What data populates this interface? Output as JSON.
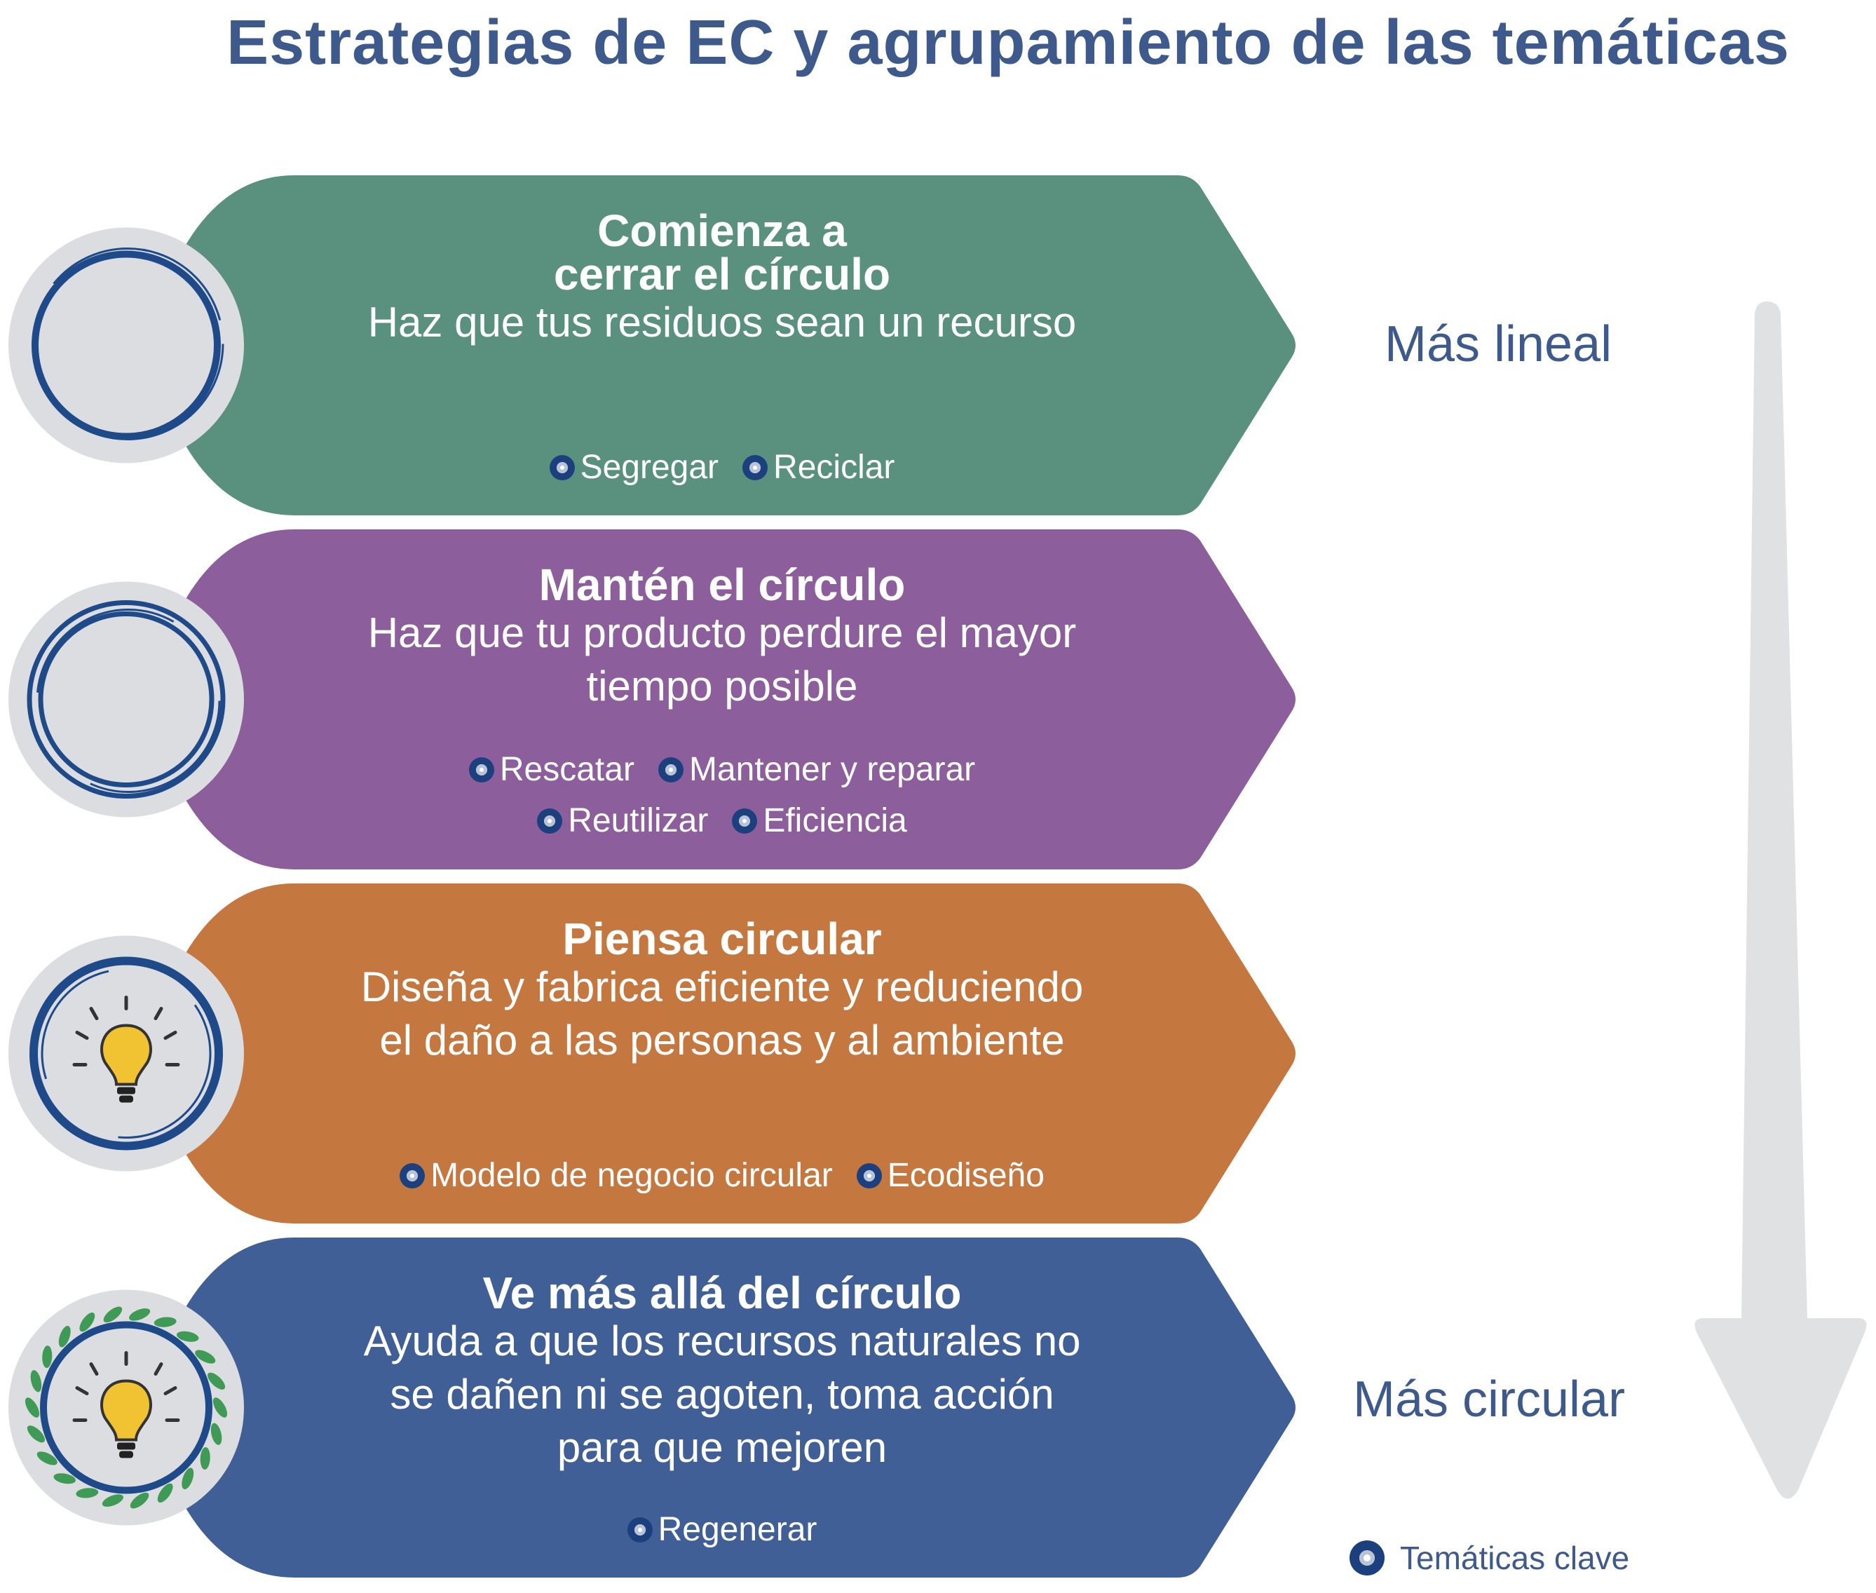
{
  "title": "Estrategias de EC y agrupamiento de las temáticas",
  "colors": {
    "title": "#3e5a8c",
    "band_1": "#5a917e",
    "band_2": "#8c5e9b",
    "band_3": "#c47840",
    "band_4": "#405f96",
    "badge_bg": "#dcdde0",
    "ring": "#1f4a8a",
    "arrow": "#e0e1e3",
    "bulb": "#f1c232",
    "leaf": "#3f9a55"
  },
  "bands": [
    {
      "heading": [
        "Comienza a",
        "cerrar el círculo"
      ],
      "description": [
        "Haz que tus residuos sean un recurso"
      ],
      "badge_icon": "single-ring-icon",
      "topics": [
        [
          "Segregar",
          "Reciclar"
        ]
      ]
    },
    {
      "heading": [
        "Mantén el círculo"
      ],
      "description": [
        "Haz que tu producto perdure el mayor",
        "tiempo posible"
      ],
      "badge_icon": "double-ring-icon",
      "topics": [
        [
          "Rescatar",
          "Mantener y reparar"
        ],
        [
          "Reutilizar",
          "Eficiencia"
        ]
      ]
    },
    {
      "heading": [
        "Piensa circular"
      ],
      "description": [
        "Diseña y fabrica eficiente y reduciendo",
        "el daño a las personas y al ambiente"
      ],
      "badge_icon": "lightbulb-ring-icon",
      "topics": [
        [
          "Modelo de negocio circular",
          "Ecodiseño"
        ]
      ]
    },
    {
      "heading": [
        "Ve más allá del círculo"
      ],
      "description": [
        "Ayuda a que los recursos naturales no",
        "se dañen ni se agoten, toma acción",
        "para que mejoren"
      ],
      "badge_icon": "lightbulb-wreath-icon",
      "topics": [
        [
          "Regenerar"
        ]
      ]
    }
  ],
  "scale": {
    "top_label": "Más lineal",
    "bottom_label": "Más circular",
    "arrow_icon": "down-arrow-icon"
  },
  "legend": {
    "label": "Temáticas clave",
    "icon": "topic-bullet-icon"
  }
}
